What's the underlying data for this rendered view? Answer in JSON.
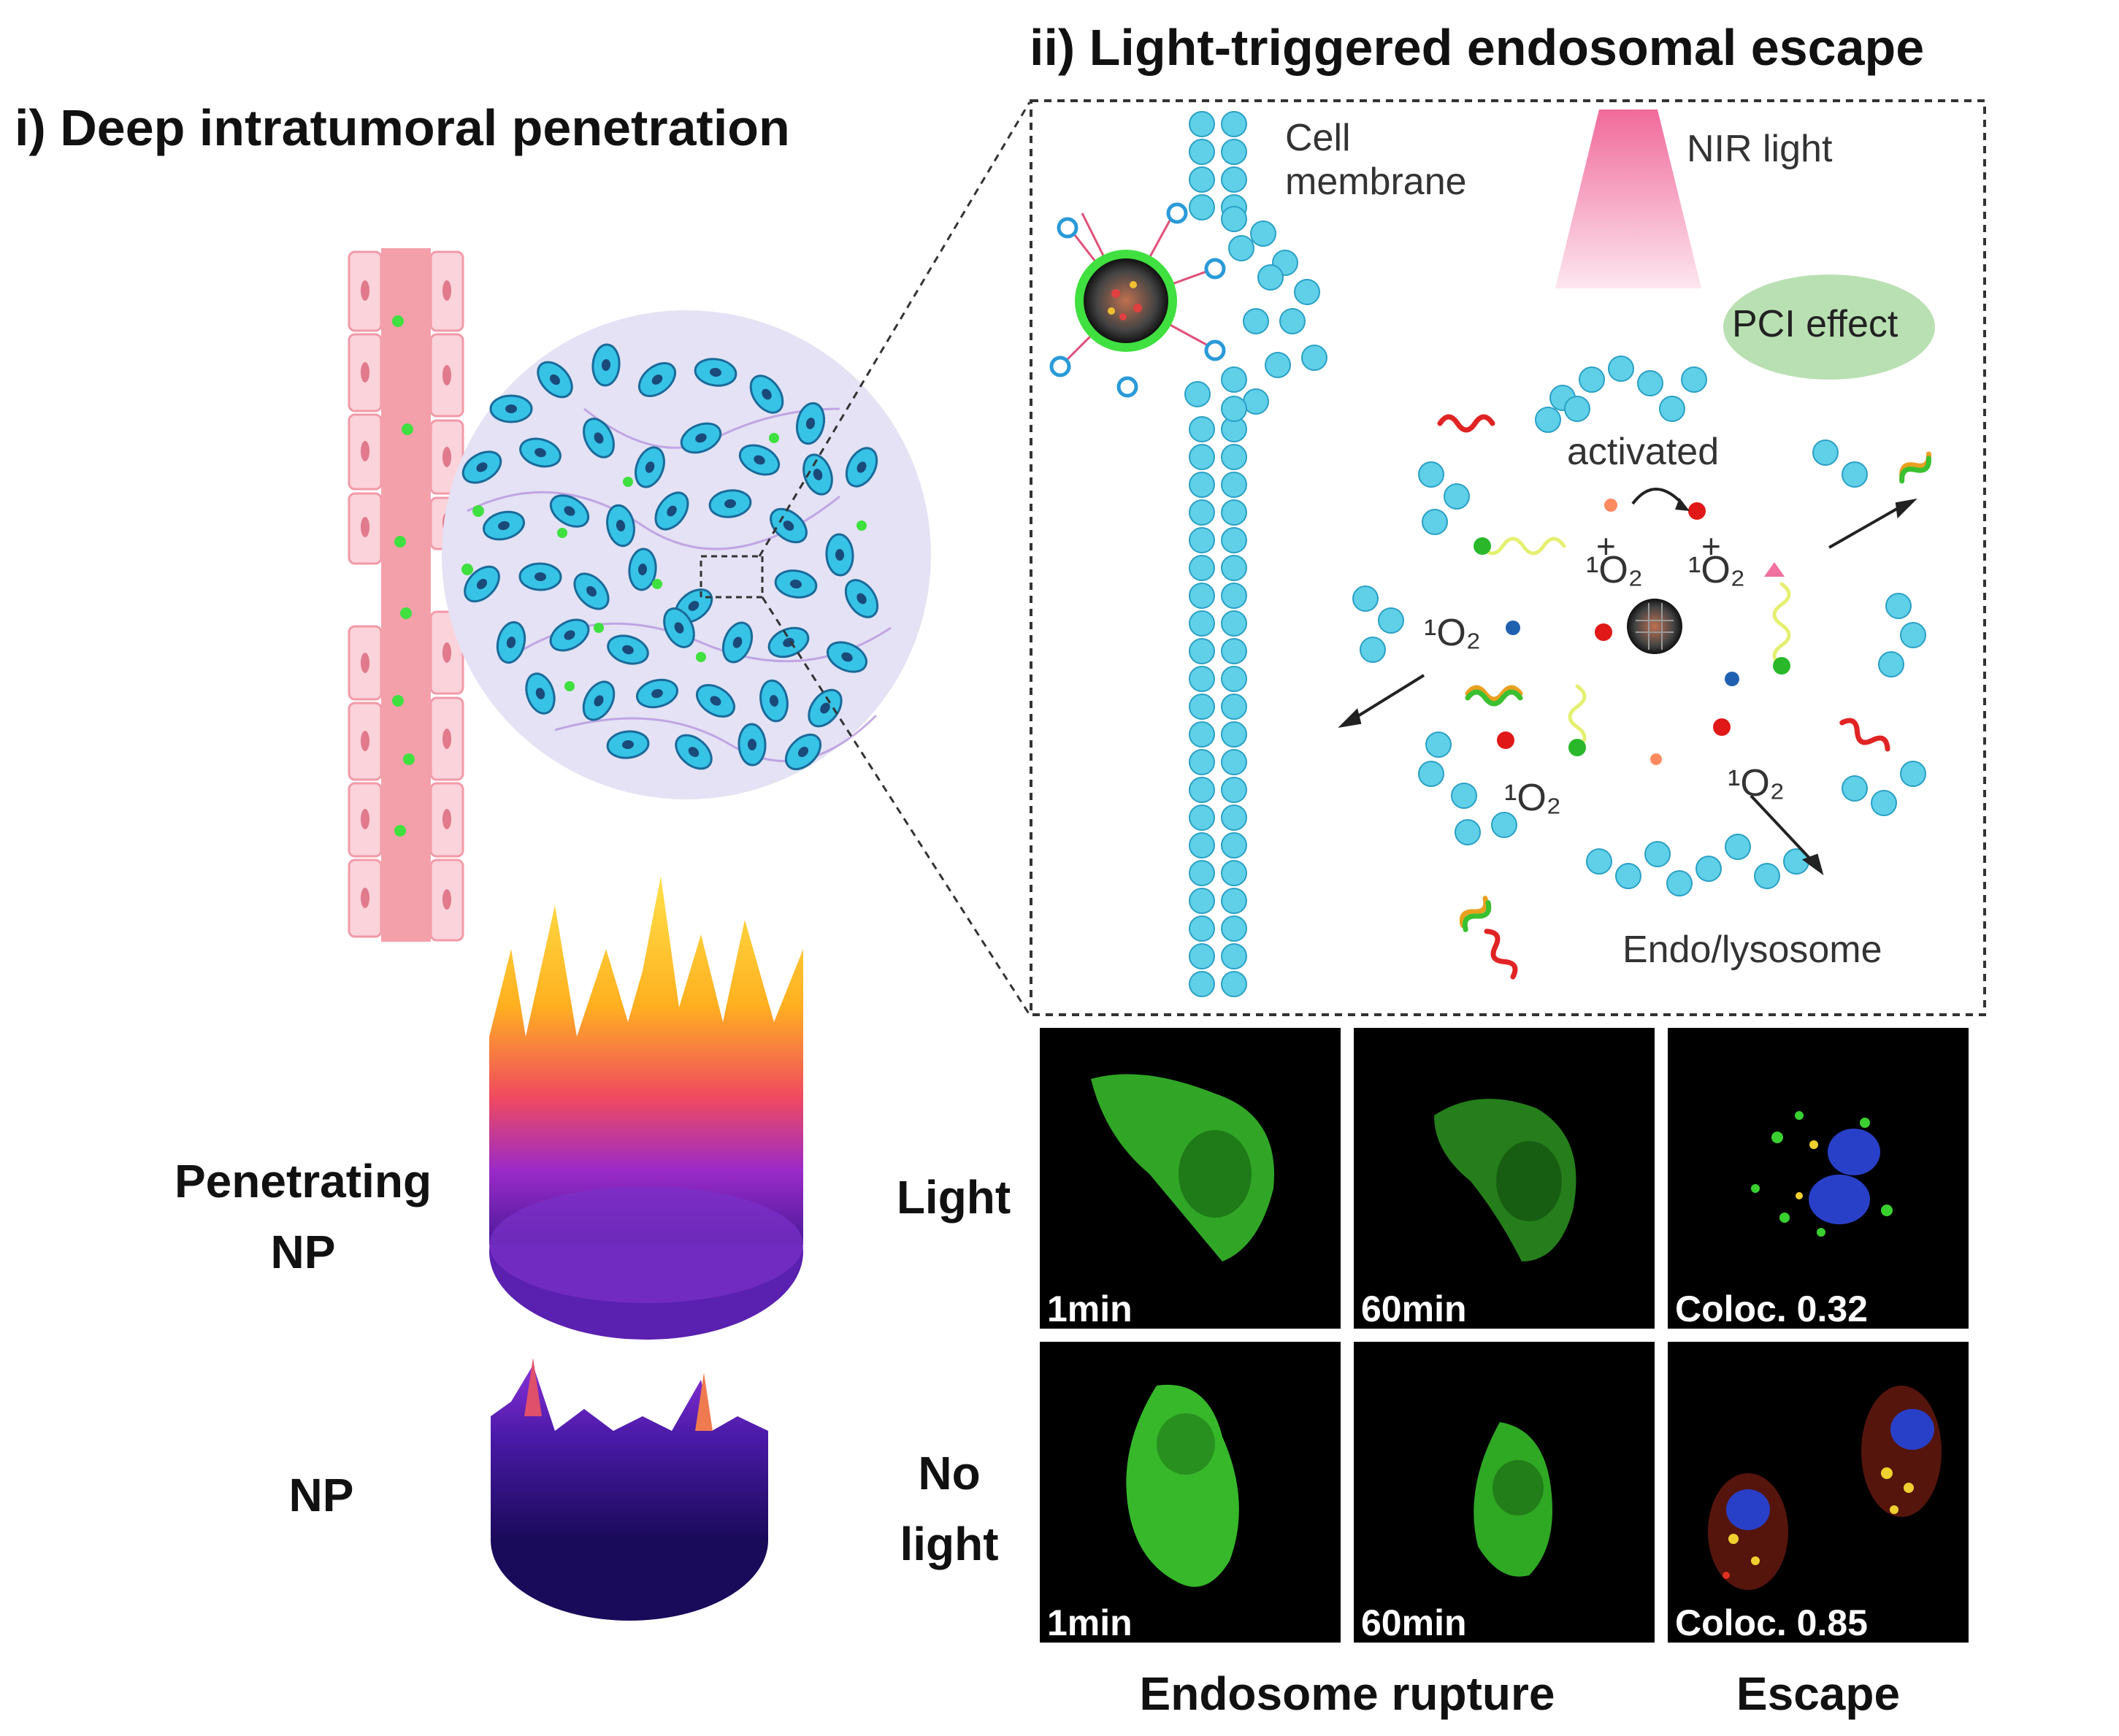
{
  "titles": {
    "part_i": "i) Deep intratumoral penetration",
    "part_ii": "ii) Light-triggered endosomal escape"
  },
  "schematic_labels": {
    "cell_membrane_line1": "Cell",
    "cell_membrane_line2": "membrane",
    "nir_light": "NIR light",
    "pci_effect": "PCI effect",
    "activated": "activated",
    "endo_lysosome": "Endo/lysosome",
    "singlet_oxygen": [
      "¹O₂",
      "¹O₂",
      "¹O₂",
      "¹O₂",
      "¹O₂"
    ],
    "plus_sign": "+"
  },
  "penetration_labels": {
    "penetrating_np_line1": "Penetrating",
    "penetrating_np_line2": "NP",
    "np": "NP"
  },
  "microscopy": {
    "row_labels": {
      "light": "Light",
      "no_light_line1": "No",
      "no_light_line2": "light"
    },
    "panels": {
      "light_1min": "1min",
      "light_60min": "60min",
      "light_coloc": "Coloc. 0.32",
      "nolight_1min": "1min",
      "nolight_60min": "60min",
      "nolight_coloc": "Coloc. 0.85"
    },
    "column_labels": {
      "endosome_rupture": "Endosome rupture",
      "escape": "Escape"
    }
  },
  "colors": {
    "vessel": "#f4a0aa",
    "vessel_cell": "#fbd3da",
    "tumor_bg": "#e4e2f4",
    "tumor_cell": "#36c3e6",
    "lipid": "#5fd0e8",
    "np_green": "#3fe03f",
    "pci_bubble": "#b9e0b2",
    "nir_beam": "#f06a9a",
    "heat_high": "#ffd200",
    "heat_low": "#2a0a6e",
    "fluor_green": "#36b82a",
    "nucleus_blue": "#2840c8"
  }
}
